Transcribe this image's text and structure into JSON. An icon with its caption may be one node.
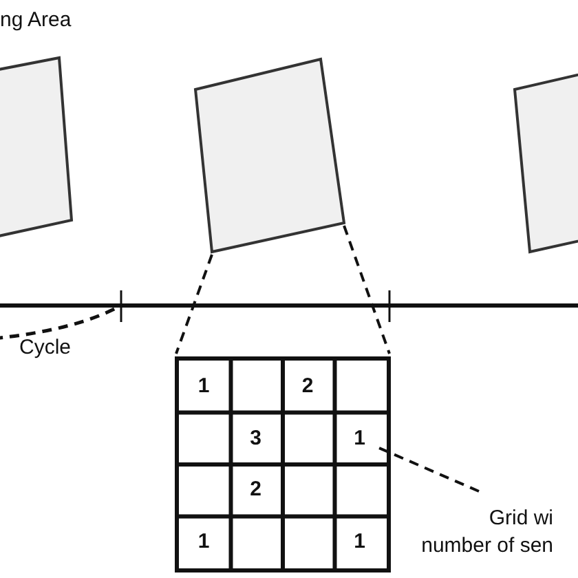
{
  "diagram": {
    "nodes": [
      {
        "text": [],
        "shape": "box"
      },
      {
        "text": [],
        "shape": "box"
      },
      {
        "text": [],
        "shape": "box"
      },
      {
        "text": [
          "1",
          "2",
          "3",
          "1",
          "2",
          "1",
          "1"
        ]
      },
      {
        "text": [
          "Grid wi number of sen"
        ]
      }
    ],
    "edges": [
      {
        "from": 1,
        "to": 3,
        "arrow": "none",
        "style": "dashed"
      },
      {
        "from": 1,
        "to": 3,
        "arrow": "none",
        "style": "dashed"
      },
      {
        "from": 4,
        "to": 3,
        "arrow": "none",
        "style": "dashed"
      }
    ],
    "labels": [
      "ng Area",
      "Cycle"
    ]
  }
}
